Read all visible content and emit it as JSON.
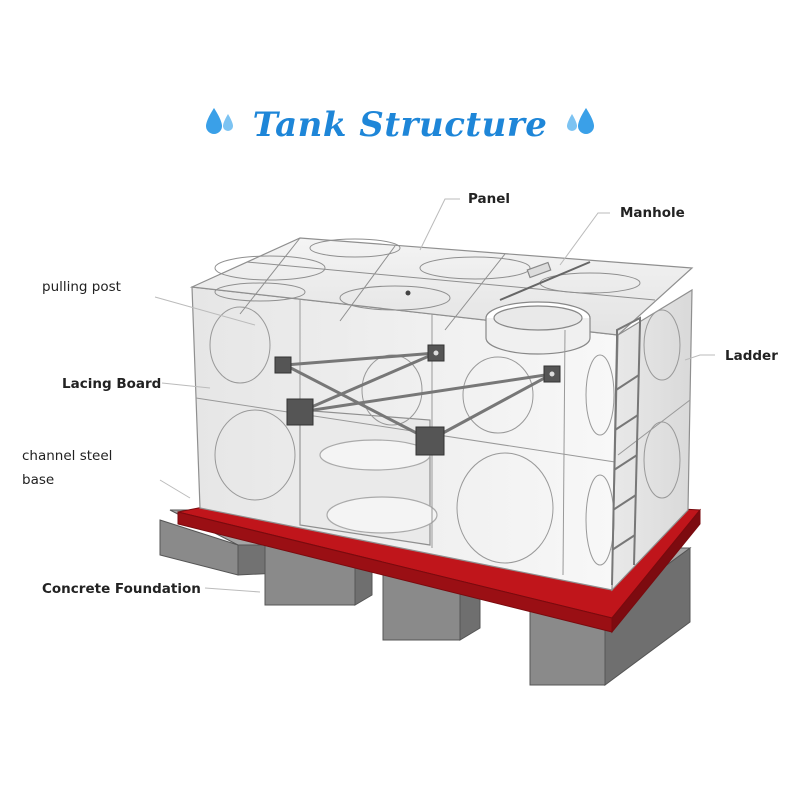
{
  "title": "Tank Structure",
  "labels": {
    "panel": "Panel",
    "manhole": "Manhole",
    "pulling_post": "pulling post",
    "ladder": "Ladder",
    "lacing_board": "Lacing Board",
    "channel_steel_base_line1": "channel steel",
    "channel_steel_base_line2": "base",
    "concrete_foundation": "Concrete Foundation"
  },
  "colors": {
    "title": "#1e86d8",
    "water_drop": "#3aa0e8",
    "channel_steel": "#c0151b",
    "concrete": "#8a8a8a",
    "panel": "#f2f2f2"
  },
  "icons": [
    "water-drop-icon",
    "water-drop-icon"
  ]
}
